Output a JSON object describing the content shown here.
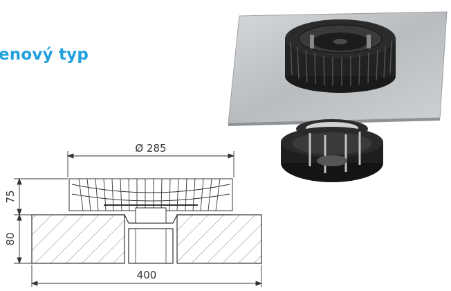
{
  "heading": {
    "title": "enový typ"
  },
  "drawing": {
    "diameter_label": "Ø 285",
    "width_label": "400",
    "height_upper_label": "75",
    "height_lower_label": "80"
  },
  "colors": {
    "heading": "#1fa0dc",
    "lines": "#333333"
  }
}
